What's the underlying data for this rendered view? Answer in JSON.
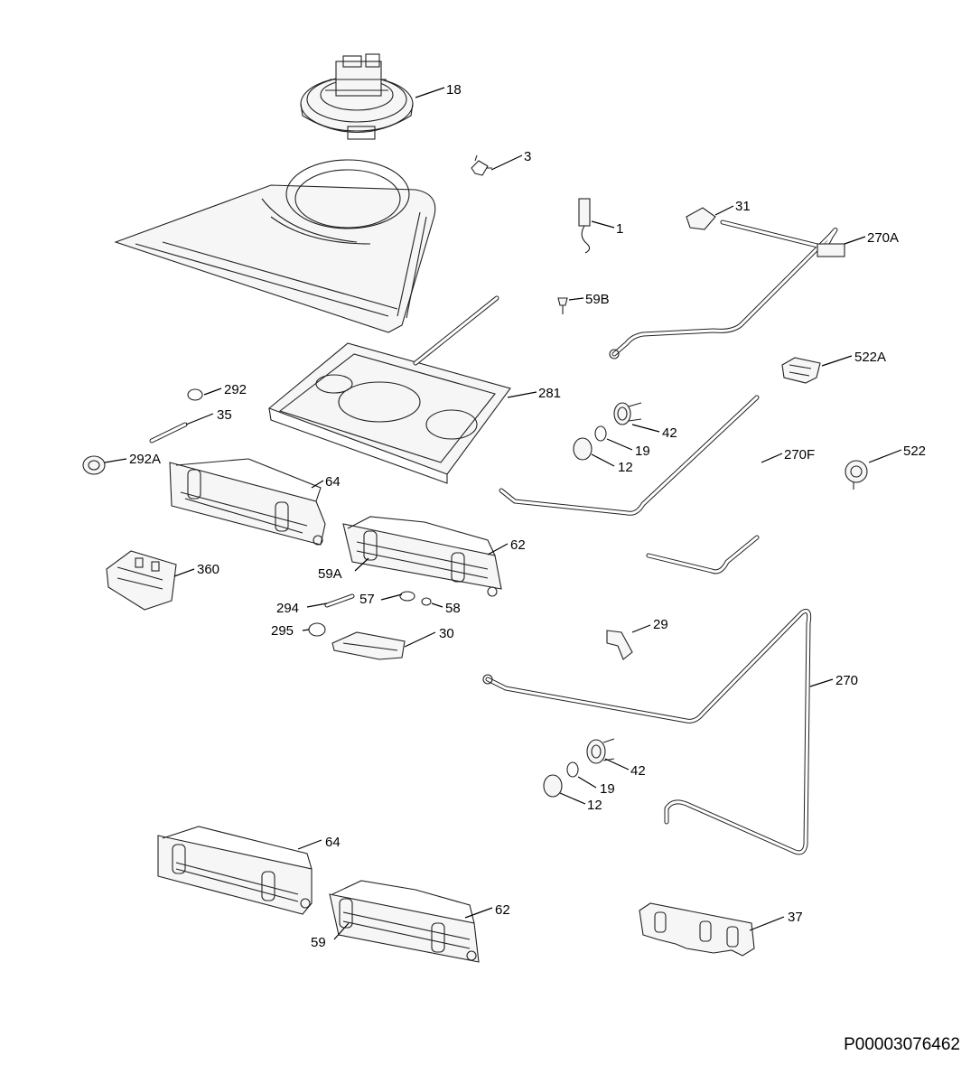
{
  "document_ref": "P00003076462",
  "callouts": {
    "c18": "18",
    "c3": "3",
    "c1": "1",
    "c31": "31",
    "c270A": "270A",
    "c59B": "59B",
    "c522A": "522A",
    "c292": "292",
    "c281": "281",
    "c35": "35",
    "c42a": "42",
    "c19a": "19",
    "c12a": "12",
    "c270F": "270F",
    "c522": "522",
    "c292A": "292A",
    "c64a": "64",
    "c62a": "62",
    "c59A": "59A",
    "c360": "360",
    "c294": "294",
    "c57": "57",
    "c58": "58",
    "c295": "295",
    "c30": "30",
    "c29": "29",
    "c270": "270",
    "c42b": "42",
    "c19b": "19",
    "c12b": "12",
    "c64b": "64",
    "c62b": "62",
    "c59": "59",
    "c37": "37"
  }
}
